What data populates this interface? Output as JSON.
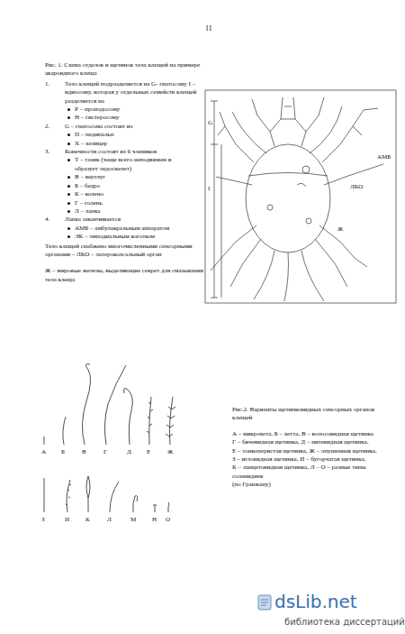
{
  "diagram": {
    "labels": [
      "11",
      "Рис. 1. Схема отделов и щетинок тела клещей на примере акароидного клеща",
      "1.",
      "Тело клещей подразделяется на G- гнатосому I – идиосому, которая у отдельных семейств клещей разделяется на",
      "Р – проподосому",
      "Н – гистеросому",
      "2.",
      "G – гнатосома состоит из",
      "П – педипальп",
      "Х – хелицер",
      "3.",
      "Конечности состоят из 6 члеников",
      "Т – тазик (чаще всего неподвижен и образует эндоскелет)",
      "В – вертлуг",
      "Б – бедро",
      "К – колено",
      "Г – голень",
      "Л – лапка",
      "4.",
      "Лапка заканчивается",
      "АМБ – амбулакральным аппаратом",
      "ЭК – эмподиальным коготком",
      "Тело клещей снабжено многочисленными сенсорными органами – ЛКО – латероколсальный орган",
      "Ж – жировые железы, выделяющие секрет для смазывания тела клеща",
      "G",
      "I",
      "ЛКО",
      "АМБ",
      "Ж",
      "А",
      "Б",
      "В",
      "Г",
      "Д",
      "Е",
      "Ж",
      "З",
      "И",
      "К",
      "Л",
      "М",
      "Н",
      "О",
      "Рис.2. Варианты щетинковидных сенсорных органов клещей",
      "А – микрохета, Б – хетта, В – волосовидная щетинка",
      "Г – бичевидная щетинка, Д – нитевидная щетинка,",
      "Е – тонкоперистая щетинка, Ж – опушенная щетинка,",
      "З – игловидная щетинка, И – бугорчатая щетинка,",
      "К – ланцетовидная щетинка, Л – О – разные типы соленидиев",
      "(по Гранжану)",
      "dsLib.net",
      "библиотека диссертаций"
    ]
  }
}
